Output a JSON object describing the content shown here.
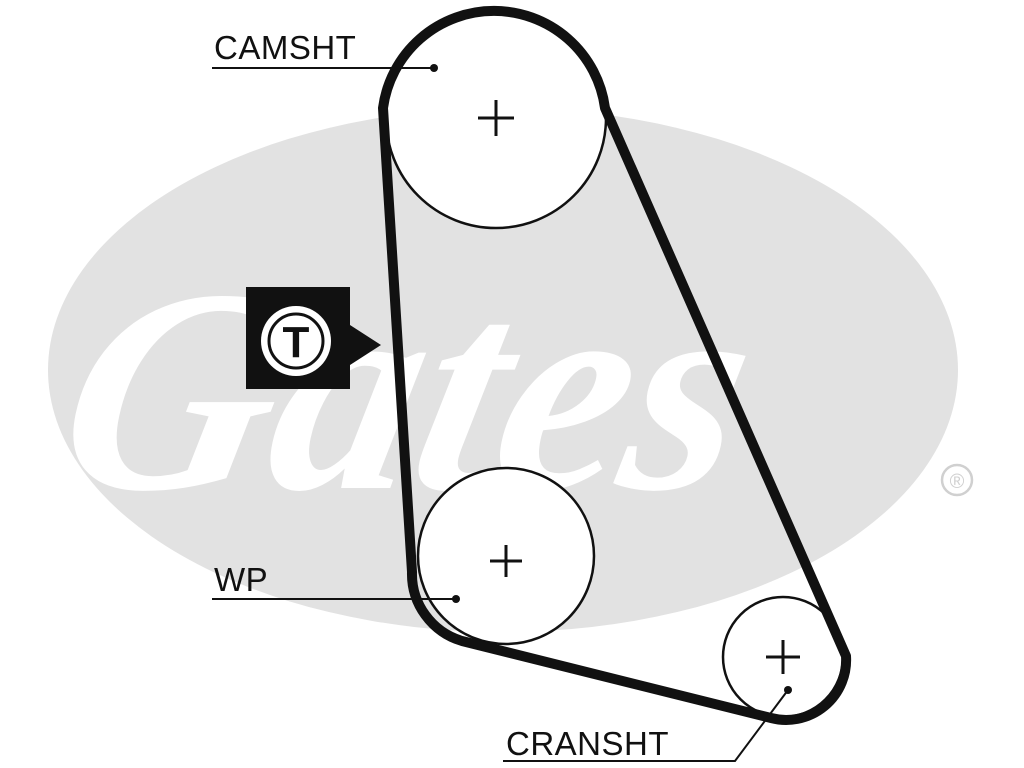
{
  "watermark": {
    "brand": "Gates",
    "registered_mark": "®",
    "color": "#e2e2e2"
  },
  "labels": {
    "camshaft": "CAMSHT",
    "water_pump": "WP",
    "crankshaft": "CRANSHT"
  },
  "tension_marker": {
    "letter": "T"
  },
  "colors": {
    "belt": "#111111",
    "pulley_stroke": "#111111",
    "text": "#111111",
    "background": "#ffffff"
  }
}
